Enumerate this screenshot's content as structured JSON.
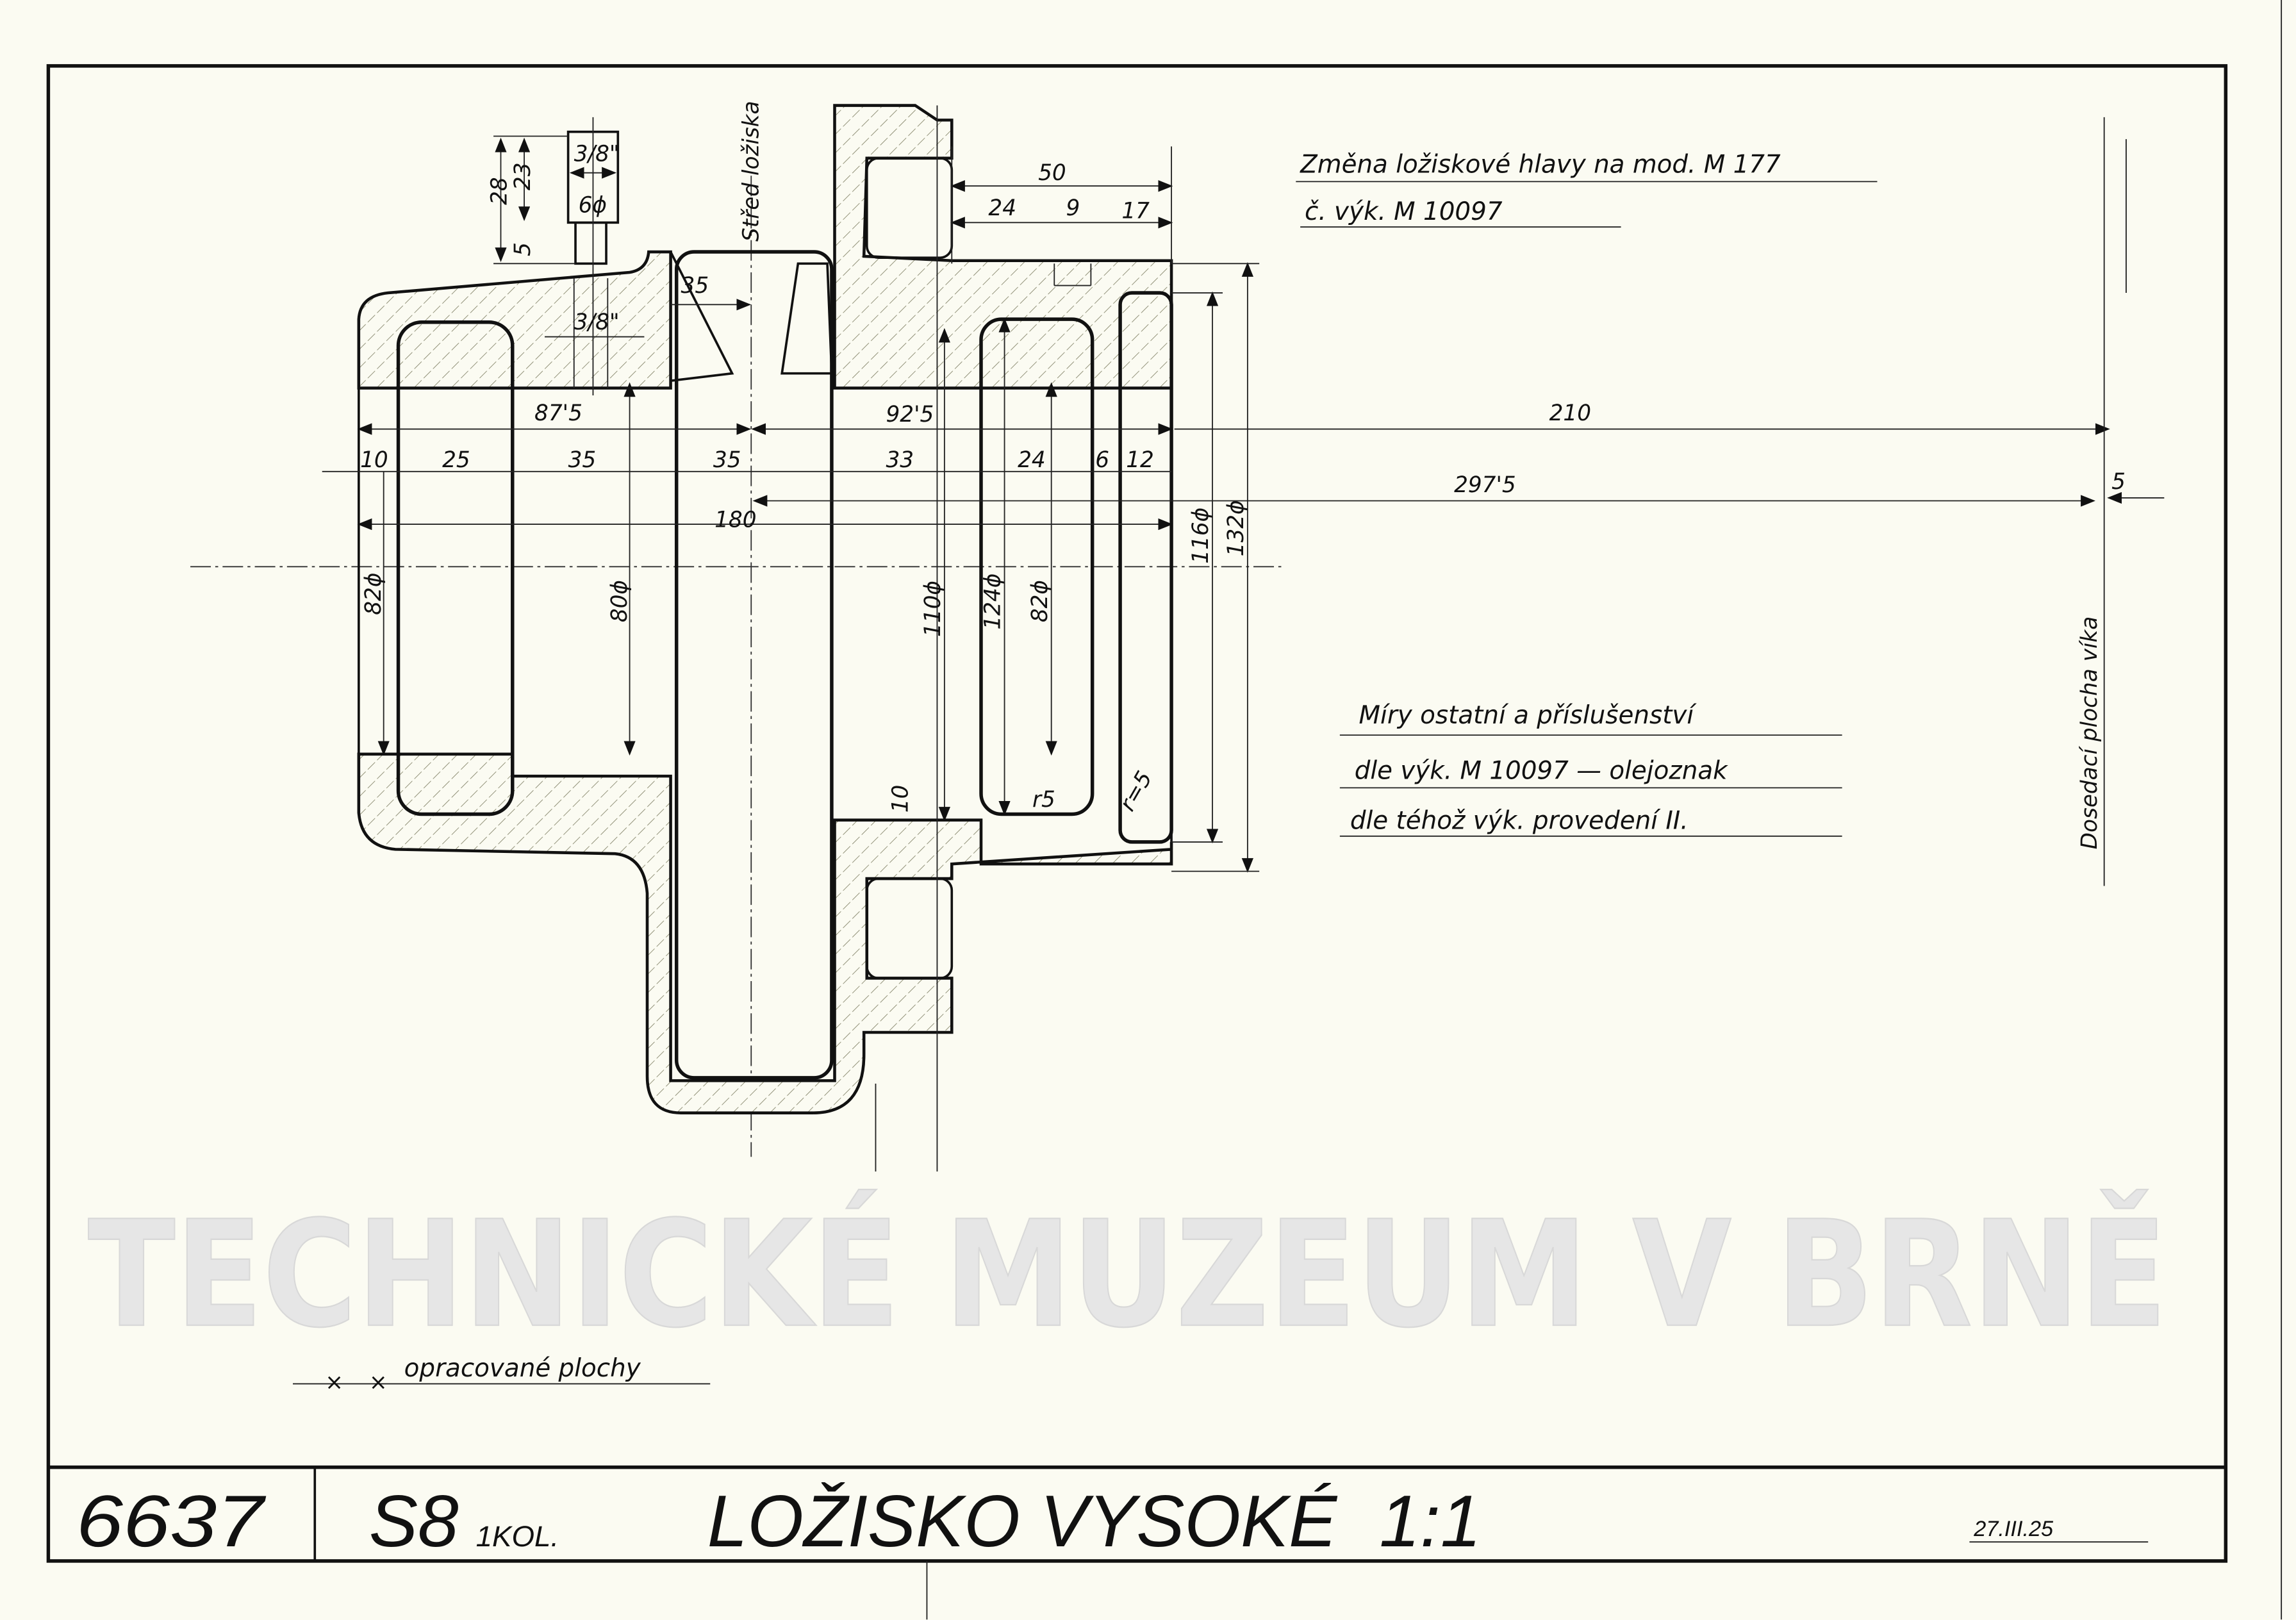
{
  "title_block": {
    "drawing_number": "6637",
    "type": "S8",
    "type_suffix": "1KOL.",
    "title": "LOŽISKO VYSOKÉ",
    "scale": "1:1",
    "date": "27.III.25"
  },
  "notes": {
    "change_line1": "Změna ložiskové hlavy na mod. M 177",
    "change_line2": "č. výk. M 10097",
    "other_line1": "Míry ostatní a příslušenství",
    "other_line2": "dle výk. M 10097 — olejoznak",
    "other_line3": "dle téhož výk. provedení II.",
    "bearing_center": "Střed ložiska",
    "cover_seat": "Dosedací plocha víka",
    "legend": "opracované plochy"
  },
  "dimensions": {
    "screw": [
      "28",
      "23",
      "5",
      "3/8\"",
      "6ϕ"
    ],
    "bore_thread": "3/8\"",
    "d35_top": "35",
    "d875": "87'5",
    "d925": "92'5",
    "chain": [
      "10",
      "25",
      "35",
      "35",
      "33",
      "24",
      "6",
      "12"
    ],
    "d180": "180",
    "d210": "210",
    "d2975": "297'5",
    "d5": "5",
    "top": [
      "50",
      "24",
      "9",
      "17"
    ],
    "diameters": [
      "82ϕ",
      "80ϕ",
      "110ϕ",
      "124ϕ",
      "82ϕ",
      "116ϕ",
      "132ϕ"
    ],
    "d10": "10",
    "r5a": "r5",
    "r5b": "r=5"
  },
  "watermark": "TECHNICKÉ MUZEUM V BRNĚ"
}
